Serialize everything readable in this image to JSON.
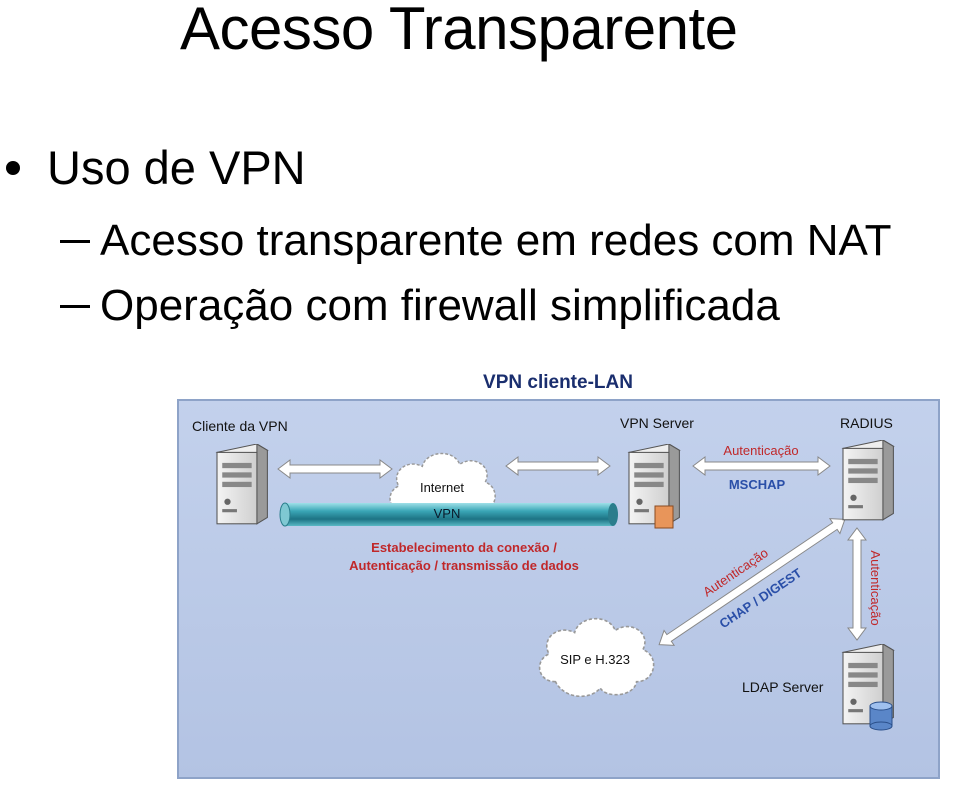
{
  "slide": {
    "title": "Acesso Transparente",
    "bullet": "Uso de VPN",
    "sub_bullets": [
      "Acesso transparente em redes com NAT",
      "Operação com firewall simplificada"
    ]
  },
  "diagram": {
    "title": "VPN cliente-LAN",
    "nodes": {
      "client": "Cliente da VPN",
      "vpn_server": "VPN Server",
      "radius": "RADIUS",
      "ldap": "LDAP Server",
      "internet": "Internet",
      "sip": "SIP e H.323"
    },
    "labels": {
      "tunnel": "VPN",
      "connection_line1": "Estabelecimento da conexão /",
      "connection_line2": "Autenticação / transmissão de dados",
      "auth_top": "Autenticação",
      "mschap": "MSCHAP",
      "auth_diag": "Autenticação",
      "chap": "CHAP / DIGEST",
      "auth_vertical": "Autenticação"
    },
    "colors": {
      "panel": "#b8c8e6",
      "panel_border": "#8ea3c8",
      "tunnel": "#2f8f9f",
      "red_text": "#c0282a",
      "blue_text": "#2a4fa8",
      "title_text": "#1a2e6e"
    }
  }
}
